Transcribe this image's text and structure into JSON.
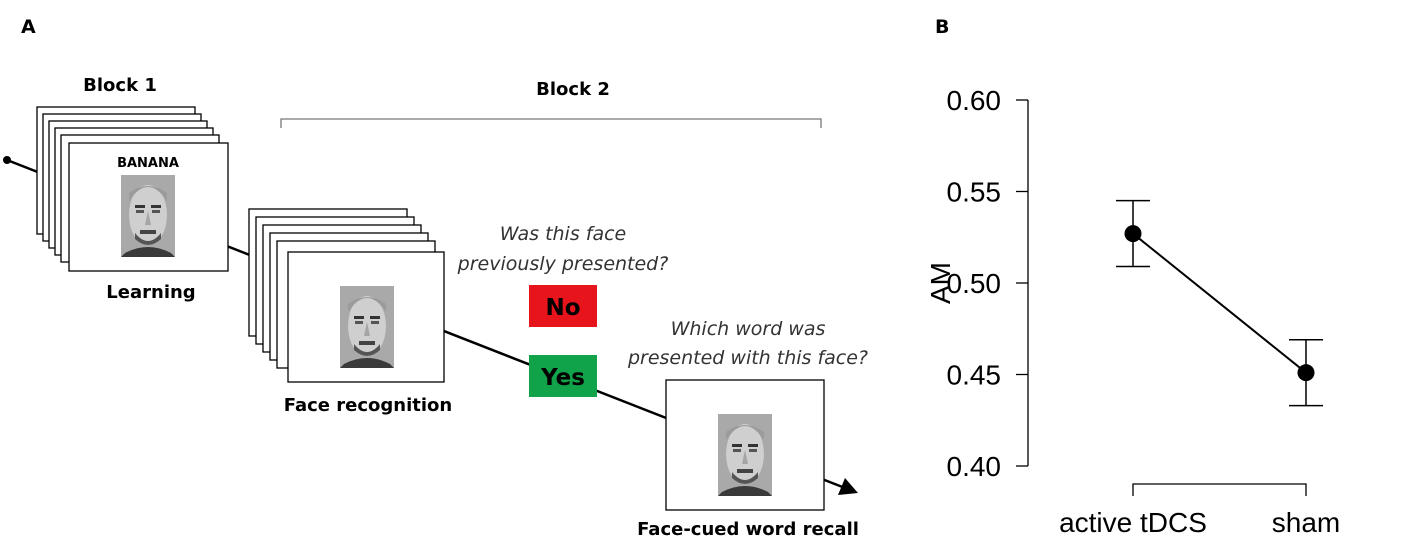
{
  "panel_a": {
    "letter": "A",
    "block1_label": "Block 1",
    "block2_label": "Block 2",
    "word": "BANANA",
    "learning_label": "Learning",
    "face_recognition_label": "Face recognition",
    "question1_line1": "Was this face",
    "question1_line2": "previously presented?",
    "no_label": "No",
    "yes_label": "Yes",
    "question2_line1": "Which word was",
    "question2_line2": "presented with this face?",
    "recall_label": "Face-cued word recall",
    "colors": {
      "no_button": "#e8141b",
      "yes_button": "#11a34a"
    }
  },
  "panel_b": {
    "letter": "B"
  },
  "chart_data": {
    "type": "line",
    "categories": [
      "active tDCS",
      "sham"
    ],
    "values": [
      0.527,
      0.451
    ],
    "error_low": [
      0.509,
      0.433
    ],
    "error_high": [
      0.545,
      0.469
    ],
    "ylabel": "AM",
    "xlabel": "",
    "yticks": [
      "0.40",
      "0.45",
      "0.50",
      "0.55",
      "0.60"
    ],
    "ytick_values": [
      0.4,
      0.45,
      0.5,
      0.55,
      0.6
    ],
    "ylim": [
      0.4,
      0.6
    ],
    "grid": false
  }
}
